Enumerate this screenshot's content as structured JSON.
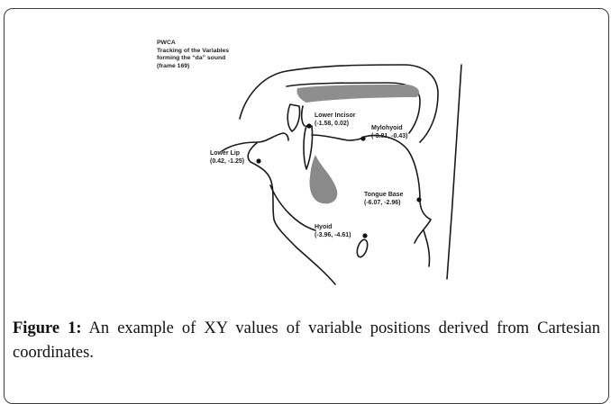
{
  "diagram": {
    "header": {
      "line1": "PWCA",
      "line2": "Tracking of the Variables",
      "line3": "forming the “da” sound",
      "line4": "(frame 169)"
    },
    "points": [
      {
        "name": "Lower Incisor",
        "coords": "(-1.58, 0.02)"
      },
      {
        "name": "Mylohyoid",
        "coords": "(-3.81, -0.43)"
      },
      {
        "name": "Lower Lip",
        "coords": "(0.42, -1.25)"
      },
      {
        "name": "Tongue Base",
        "coords": "(-6.07, -2.96)"
      },
      {
        "name": "Hyoid",
        "coords": "(-3.96, -4.61)"
      }
    ]
  },
  "caption": {
    "label": "Figure 1:",
    "text": " An example of XY values of variable positions derived from Cartesian coordinates."
  }
}
